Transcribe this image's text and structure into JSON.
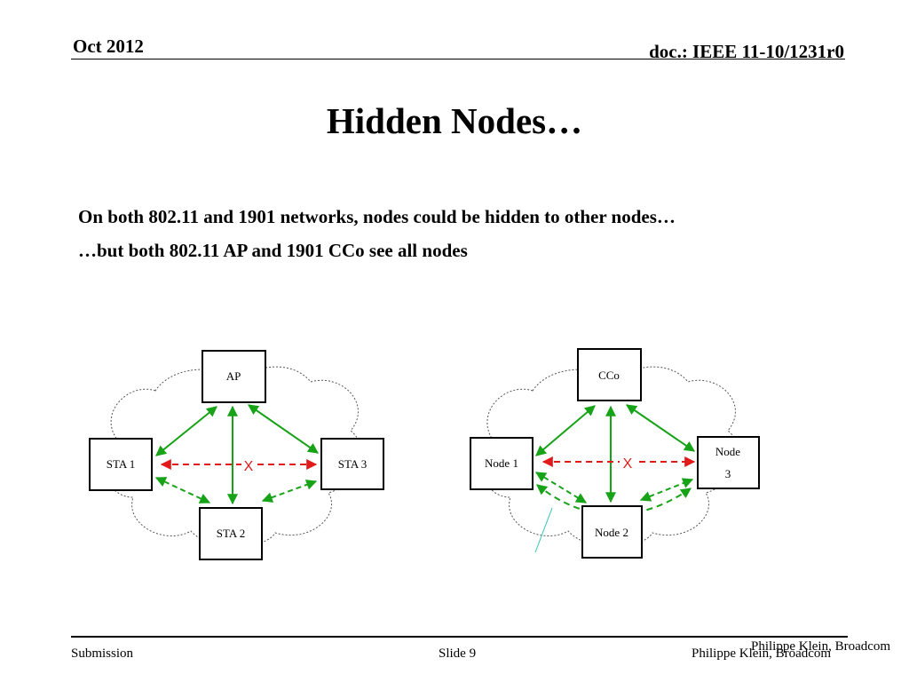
{
  "header": {
    "date": "Oct 2012",
    "doc_id": "doc.: IEEE 11-10/1231r0"
  },
  "title": "Hidden Nodes…",
  "bullets": [
    "On both 802.11 and 1901 networks, nodes could be hidden to other nodes…",
    "…but both 802.11 AP and 1901 CCo see all nodes"
  ],
  "diagram_80211": {
    "ap": "AP",
    "sta1": "STA 1",
    "sta2": "STA 2",
    "sta3": "STA 3",
    "blocked_mark": "X"
  },
  "diagram_1901": {
    "cco": "CCo",
    "node1": "Node 1",
    "node2": "Node 2",
    "node3_line1": "Node",
    "node3_line2": "3",
    "blocked_mark": "X"
  },
  "footer": {
    "left": "Submission",
    "center": "Slide 9",
    "right": "Philippe Klein, Broadcom",
    "overlay_author": "Philippe Klein, Broadcom"
  },
  "colors": {
    "link_ok": "#17a317",
    "link_blocked": "#e11b1b",
    "cloud_outline": "#555555",
    "stray_line": "#36c2b4"
  }
}
